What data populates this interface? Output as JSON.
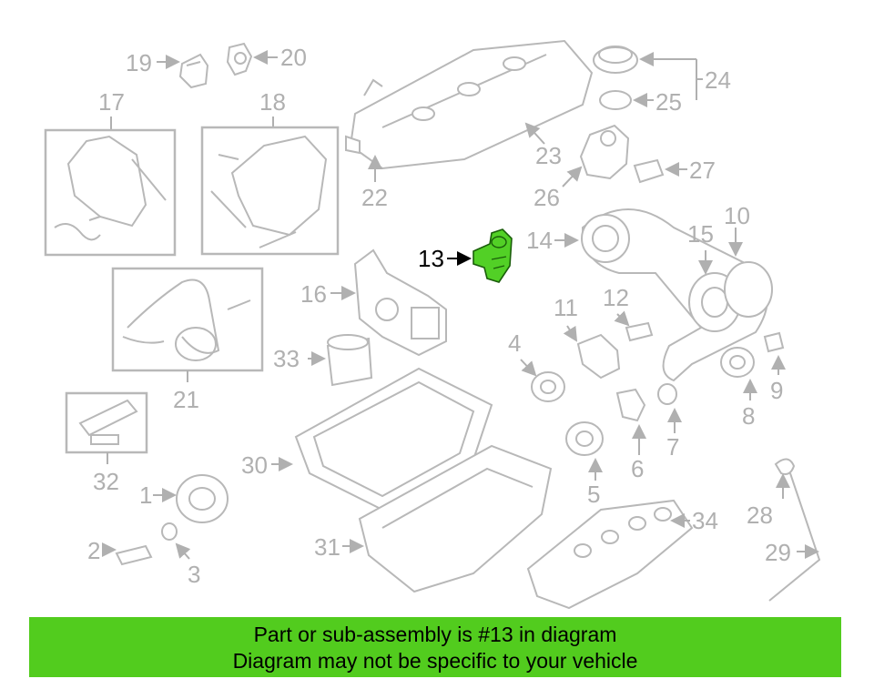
{
  "colors": {
    "highlight": "#52d026",
    "banner_bg": "#52cc1e",
    "part_stroke": "#b8b8b8",
    "callout_text": "#b0b0b0",
    "highlight_callout": "#000000"
  },
  "diagram": {
    "highlighted_part": "13",
    "callouts": {
      "c1": "1",
      "c2": "2",
      "c3": "3",
      "c4": "4",
      "c5": "5",
      "c6": "6",
      "c7": "7",
      "c8": "8",
      "c9": "9",
      "c10": "10",
      "c11": "11",
      "c12": "12",
      "c13": "13",
      "c14": "14",
      "c15": "15",
      "c16": "16",
      "c17": "17",
      "c18": "18",
      "c19": "19",
      "c20": "20",
      "c21": "21",
      "c22": "22",
      "c23": "23",
      "c24": "24",
      "c25": "25",
      "c26": "26",
      "c27": "27",
      "c28": "28",
      "c29": "29",
      "c30": "30",
      "c31": "31",
      "c32": "32",
      "c33": "33",
      "c34": "34"
    }
  },
  "banner": {
    "line1": "Part or sub-assembly is #13 in diagram",
    "line2": "Diagram may not be specific to your vehicle"
  }
}
